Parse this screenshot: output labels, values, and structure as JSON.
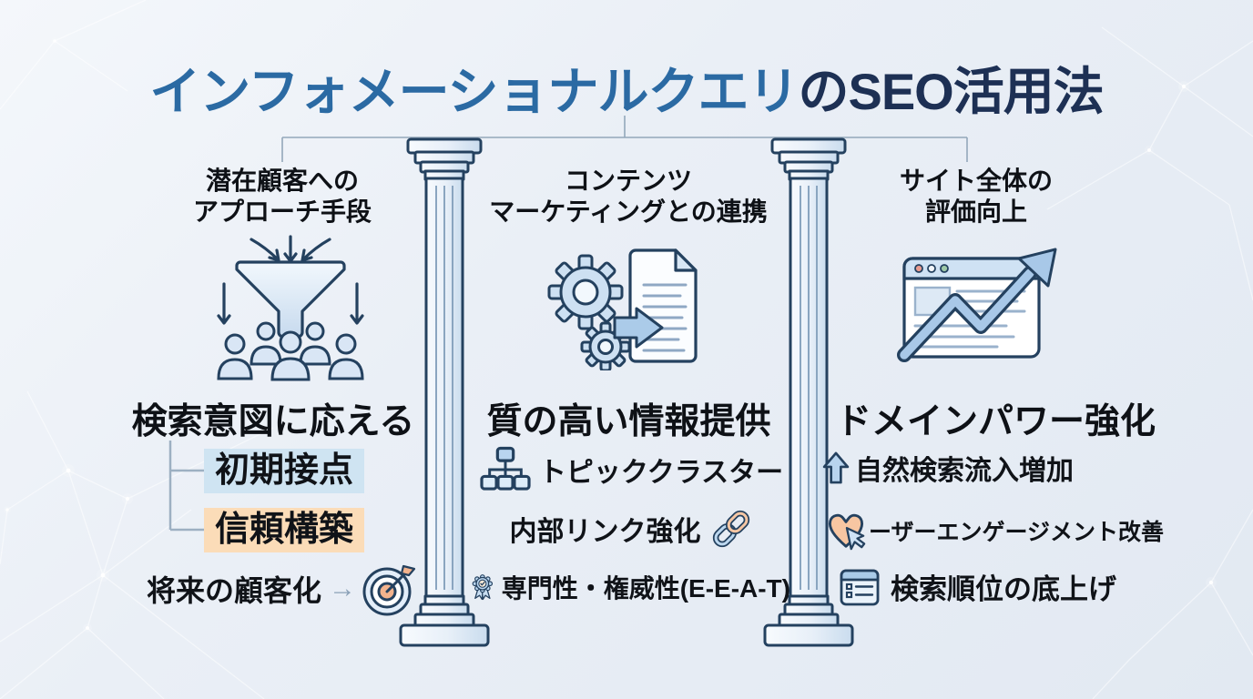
{
  "title": {
    "part1": "インフォメーショナルクエリ",
    "part2": "のSEO活用法"
  },
  "colors": {
    "title_accent": "#2b6aa3",
    "title_dark": "#1d3054",
    "text": "#101318",
    "highlight_blue": "#cfe4f2",
    "highlight_orange": "#fbdcb8",
    "outline_navy": "#24415f",
    "connector": "#93a7ba"
  },
  "columns": [
    {
      "header_line1": "潜在顧客への",
      "header_line2": "アプローチ手段",
      "icon": "funnel-audience-icon",
      "heading": "検索意図に応える",
      "branches": [
        {
          "label": "初期接点",
          "highlight": "#cfe4f2"
        },
        {
          "label": "信頼構築",
          "highlight": "#fbdcb8"
        }
      ],
      "footer": {
        "label": "将来の顧客化",
        "arrow": "→",
        "icon": "target-dart-icon"
      }
    },
    {
      "header_line1": "コンテンツ",
      "header_line2": "マーケティングとの連携",
      "icon": "gears-document-icon",
      "heading": "質の高い情報提供",
      "items": [
        {
          "icon": "topic-cluster-icon",
          "label": "トピッククラスター"
        },
        {
          "icon": "chain-link-icon",
          "label": "内部リンク強化"
        },
        {
          "icon": "award-badge-icon",
          "label": "専門性・権威性(E-E-A-T)"
        }
      ]
    },
    {
      "header_line1": "サイト全体の",
      "header_line2": "評価向上",
      "icon": "browser-growth-icon",
      "heading": "ドメインパワー強化",
      "items": [
        {
          "icon": "up-arrow-icon",
          "label": "自然検索流入増加"
        },
        {
          "icon": "heart-cursor-icon",
          "label": "ーザーエンゲージメント改善"
        },
        {
          "icon": "list-panel-icon",
          "label": "検索順位の底上げ"
        }
      ]
    }
  ]
}
